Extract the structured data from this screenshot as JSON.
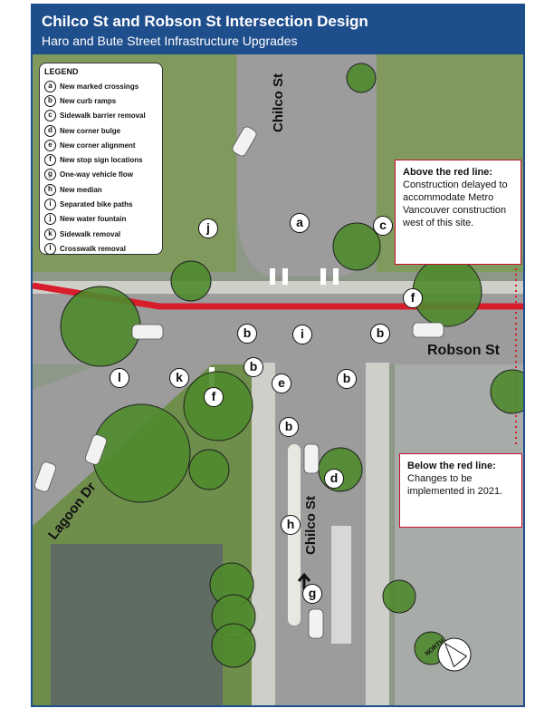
{
  "header": {
    "title": "Chilco St and Robson St Intersection Design",
    "subtitle": "Haro and Bute Street Infrastructure Upgrades"
  },
  "legend": {
    "title": "LEGEND",
    "items": [
      {
        "letter": "a",
        "label": "New marked crossings"
      },
      {
        "letter": "b",
        "label": "New curb ramps"
      },
      {
        "letter": "c",
        "label": "Sidewalk barrier removal"
      },
      {
        "letter": "d",
        "label": "New corner bulge"
      },
      {
        "letter": "e",
        "label": "New corner alignment"
      },
      {
        "letter": "f",
        "label": "New stop sign locations"
      },
      {
        "letter": "g",
        "label": "One-way vehicle flow"
      },
      {
        "letter": "h",
        "label": "New median"
      },
      {
        "letter": "i",
        "label": "Separated bike paths"
      },
      {
        "letter": "j",
        "label": "New water fountain"
      },
      {
        "letter": "k",
        "label": "Sidewalk removal"
      },
      {
        "letter": "l",
        "label": "Crosswalk removal"
      }
    ]
  },
  "notes": {
    "above": {
      "heading": "Above the red line:",
      "body": "Construction delayed to accommodate Metro Vancouver construction west of this site."
    },
    "below": {
      "heading": "Below the red line:",
      "body": "Changes to be implemented in 2021."
    }
  },
  "streets": {
    "chilco_north": "Chilco St",
    "chilco_south": "Chilco St",
    "robson": "Robson St",
    "lagoon": "Lagoon Dr"
  },
  "markers": {
    "a": "a",
    "b1": "b",
    "b2": "b",
    "b3": "b",
    "b4": "b",
    "b5": "b",
    "c": "c",
    "d": "d",
    "e": "e",
    "f1": "f",
    "f2": "f",
    "g": "g",
    "h": "h",
    "i": "i",
    "j": "j",
    "k": "k",
    "l": "l"
  },
  "north_arrow": "NORTH",
  "colors": {
    "header": "#1f4e8c",
    "red_line": "#d81e2a",
    "road": "#9a9a9a",
    "grass": "#6f8f4a",
    "tree": "#4f8a2e"
  }
}
